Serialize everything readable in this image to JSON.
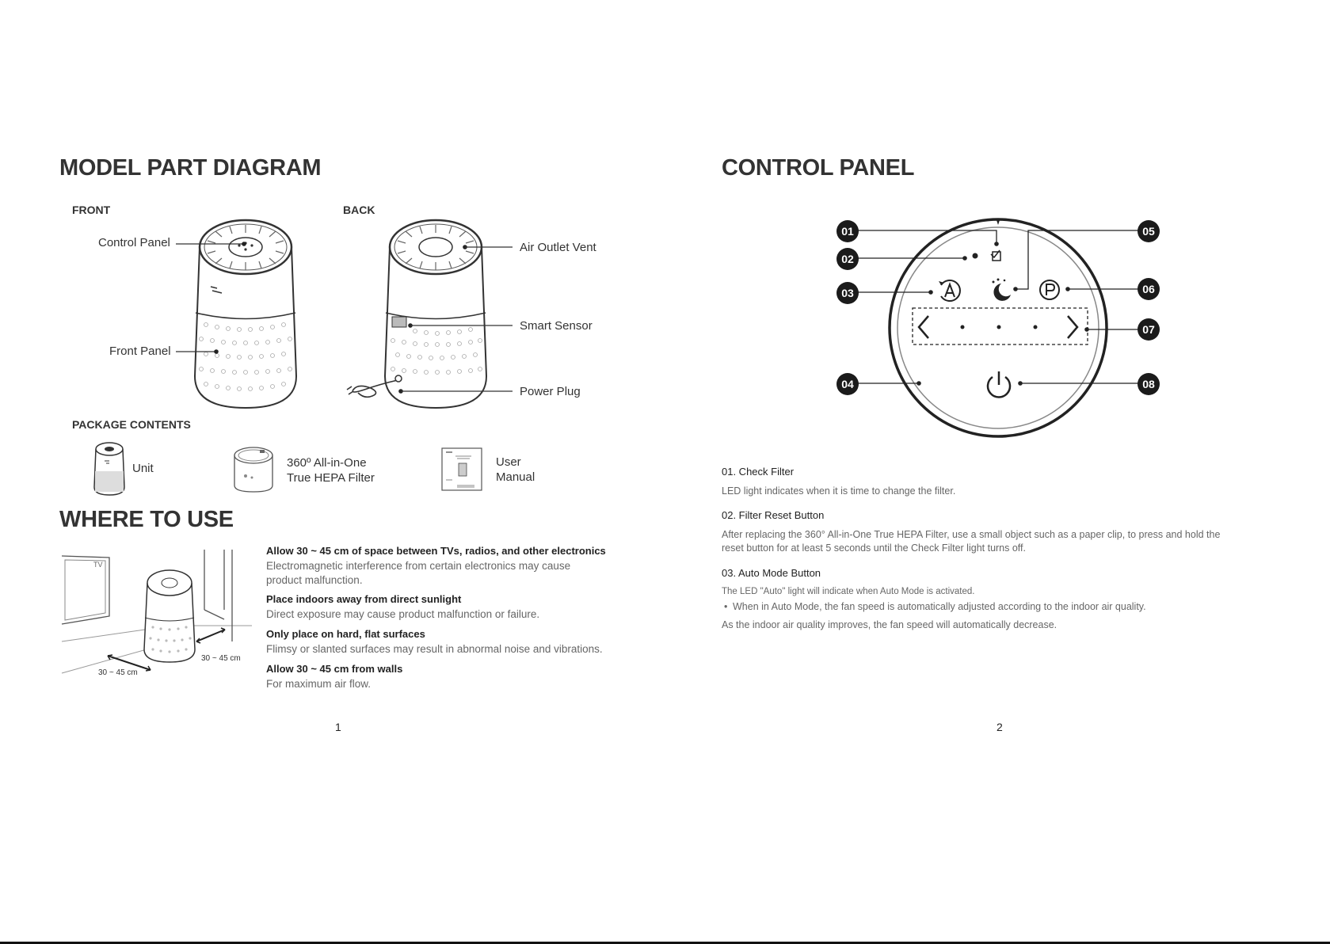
{
  "left_page": {
    "title": "MODEL PART DIAGRAM",
    "front_label": "FRONT",
    "back_label": "BACK",
    "parts": {
      "control_panel": "Control Panel",
      "front_panel": "Front Panel",
      "air_outlet_vent": "Air Outlet Vent",
      "smart_sensor": "Smart Sensor",
      "power_plug": "Power Plug"
    },
    "package_title": "PACKAGE CONTENTS",
    "package_items": {
      "unit": "Unit",
      "filter_line1": "360º All-in-One",
      "filter_line2": "True HEPA Filter",
      "manual_line1": "User",
      "manual_line2": "Manual"
    },
    "where_title": "WHERE TO USE",
    "diagram_labels": {
      "tv": "TV",
      "dist_right": "30 ~ 45 cm",
      "dist_left": "30 ~ 45 cm"
    },
    "tips": [
      {
        "heading": "Allow 30 ~ 45 cm of space between TVs, radios, and other electronics",
        "body1": "Electromagnetic interference from certain electronics may cause",
        "body2": "product malfunction."
      },
      {
        "heading": "Place indoors away from direct sunlight",
        "body1": "Direct exposure may cause product malfunction or failure."
      },
      {
        "heading": "Only place on hard, flat surfaces",
        "body1": "Flimsy or slanted surfaces may result in abnormal noise and vibrations."
      },
      {
        "heading": "Allow 30 ~ 45 cm from walls",
        "body1": "For maximum air flow."
      }
    ],
    "page_number": "1"
  },
  "right_page": {
    "title": "CONTROL PANEL",
    "callouts": [
      "01",
      "02",
      "03",
      "04",
      "05",
      "06",
      "07",
      "08"
    ],
    "sections": [
      {
        "title": "01. Check Filter",
        "lines": [
          "LED light indicates when it is time to change the filter."
        ]
      },
      {
        "title": "02. Filter Reset Button",
        "lines": [
          "After replacing the 360° All-in-One True HEPA Filter, use a small object such as a paper clip, to press and hold the",
          "reset button for at least 5 seconds until the Check Filter light turns off."
        ]
      },
      {
        "title": "03. Auto Mode Button",
        "lines": [
          "The LED \"Auto\" light will indicate when Auto Mode is activated.",
          "When in Auto Mode, the fan speed is automatically adjusted according to the indoor air quality.",
          "As the indoor air quality improves, the fan speed will automatically decrease."
        ]
      }
    ],
    "bullet": "•",
    "page_number": "2"
  },
  "icons": [
    "filter-icon",
    "auto-mode-icon",
    "sleep-mode-icon",
    "p-button-icon",
    "chevron-left-icon",
    "chevron-right-icon",
    "power-icon"
  ]
}
